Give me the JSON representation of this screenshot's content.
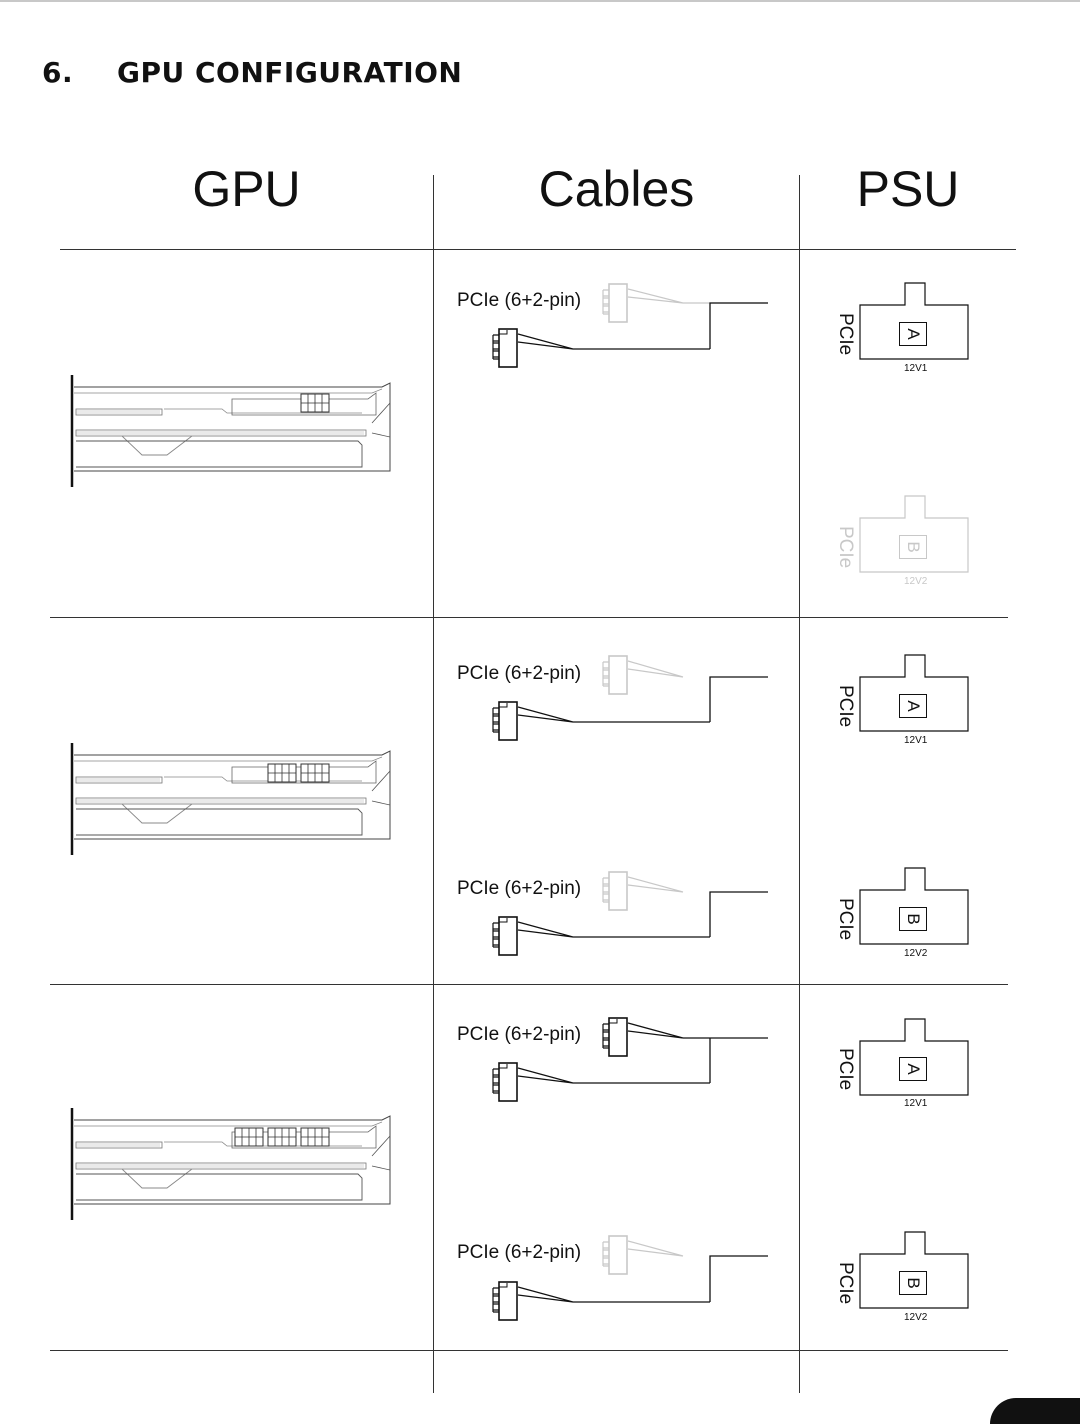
{
  "section": {
    "number": "6.",
    "title": "GPU CONFIGURATION"
  },
  "columns": {
    "gpu": "GPU",
    "cables": "Cables",
    "psu": "PSU"
  },
  "rows": [
    {
      "gpu_connectors": 1,
      "cables": [
        {
          "label": "PCIe (6+2-pin)"
        }
      ],
      "psu": [
        {
          "letter": "A",
          "label": "PCIe",
          "rail": "12V1",
          "active": true
        },
        {
          "letter": "B",
          "label": "PCIe",
          "rail": "12V2",
          "active": false
        }
      ]
    },
    {
      "gpu_connectors": 2,
      "cables": [
        {
          "label": "PCIe (6+2-pin)"
        },
        {
          "label": "PCIe (6+2-pin)"
        }
      ],
      "psu": [
        {
          "letter": "A",
          "label": "PCIe",
          "rail": "12V1",
          "active": true
        },
        {
          "letter": "B",
          "label": "PCIe",
          "rail": "12V2",
          "active": true
        }
      ]
    },
    {
      "gpu_connectors": 3,
      "cables": [
        {
          "label": "PCIe (6+2-pin)"
        },
        {
          "label": "PCIe (6+2-pin)"
        }
      ],
      "psu": [
        {
          "letter": "A",
          "label": "PCIe",
          "rail": "12V1",
          "active": true
        },
        {
          "letter": "B",
          "label": "PCIe",
          "rail": "12V2",
          "active": true
        }
      ]
    }
  ]
}
